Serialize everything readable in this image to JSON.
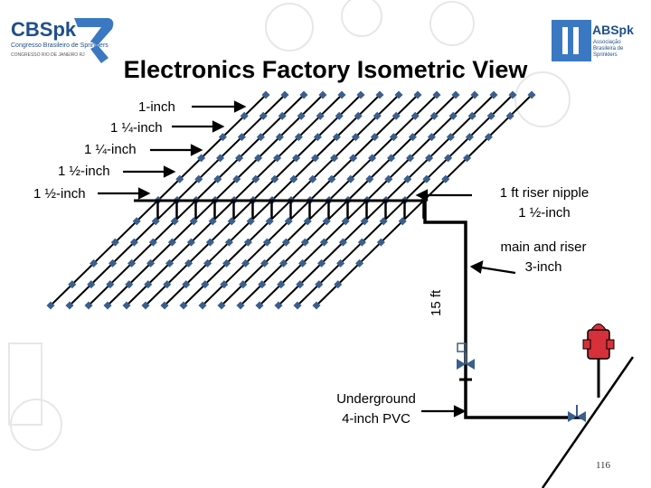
{
  "header": {
    "title": "Electronics Factory Isometric View",
    "left_logo": {
      "name": "CBSpk",
      "subtitle": "Congresso Brasileiro de Sprinklers",
      "tagline": "CONGRESSO RIO DE JANEIRO RJ"
    },
    "right_logo": {
      "name": "ABSpk",
      "subtitle_line1": "Associação",
      "subtitle_line2": "Brasileira de",
      "subtitle_line3": "Sprinklers"
    }
  },
  "diagram": {
    "branch_labels": [
      "1-inch",
      "1 ¼-inch",
      "1 ¼-inch",
      "1 ½-inch",
      "1 ½-inch"
    ],
    "riser_nipple": {
      "line1": "1 ft riser nipple",
      "line2": "1 ½-inch"
    },
    "main_riser": {
      "line1": "main and riser",
      "line2": "3-inch"
    },
    "height": "15 ft",
    "underground": {
      "line1": "Underground",
      "line2": "4-inch PVC"
    },
    "colors": {
      "pipe": "#000000",
      "sprinkler": "#3b5f8c",
      "hydrant": "#d6303a"
    }
  },
  "footer": {
    "page_number": "116"
  }
}
